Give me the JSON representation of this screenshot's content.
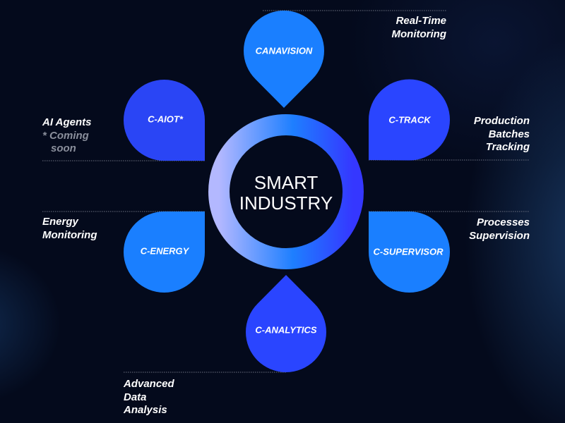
{
  "center": {
    "line1": "SMART",
    "line2": "INDUSTRY"
  },
  "nodes": {
    "canavision": {
      "label": "CANAVISION",
      "desc": [
        "Real-Time",
        "Monitoring"
      ]
    },
    "ctrack": {
      "label": "C-TRACK",
      "desc": [
        "Production",
        "Batches",
        "Tracking"
      ]
    },
    "caiot": {
      "label": "C-AIOT*",
      "desc": [
        "AI Agents"
      ],
      "note": [
        "* Coming",
        "soon"
      ]
    },
    "cenergy": {
      "label": "C-ENERGY",
      "desc": [
        "Energy",
        "Monitoring"
      ]
    },
    "csupervisor": {
      "label": "C-SUPERVISOR",
      "desc": [
        "Processes",
        "Supervision"
      ]
    },
    "canalytics": {
      "label": "C-ANALYTICS",
      "desc": [
        "Advanced",
        "Data",
        "Analysis"
      ]
    }
  },
  "colors": {
    "light_blue": "#1a7fff",
    "deep_blue": "#2a45ff",
    "background": "#040a1c"
  }
}
